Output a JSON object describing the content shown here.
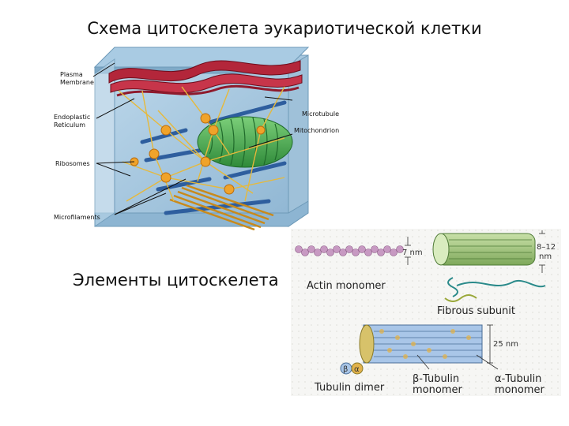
{
  "page": {
    "title": "Схема цитоскелета эукариотической клетки",
    "subtitle": "Элементы цитоскелета"
  },
  "cell_diagram": {
    "labels": {
      "plasma_membrane": "Plasma\nMembrane",
      "endoplasmic_reticulum": "Endoplastic\nReticulum",
      "ribosomes": "Ribosomes",
      "microfilaments": "Microfilaments",
      "microtubule": "Microtubule",
      "mitochondrion": "Mitochondrion"
    }
  },
  "elements_diagram": {
    "actin_size": "7 nm",
    "actin_label": "Actin monomer",
    "if_size": "8–12\nnm",
    "fibrous_label": "Fibrous subunit",
    "mt_size": "25 nm",
    "beta_symbol": "β",
    "alpha_symbol": "α",
    "tubulin_dimer_label": "Tubulin dimer",
    "beta_tubulin_label": "β-Tubulin\nmonomer",
    "alpha_tubulin_label": "α-Tubulin\nmonomer"
  }
}
